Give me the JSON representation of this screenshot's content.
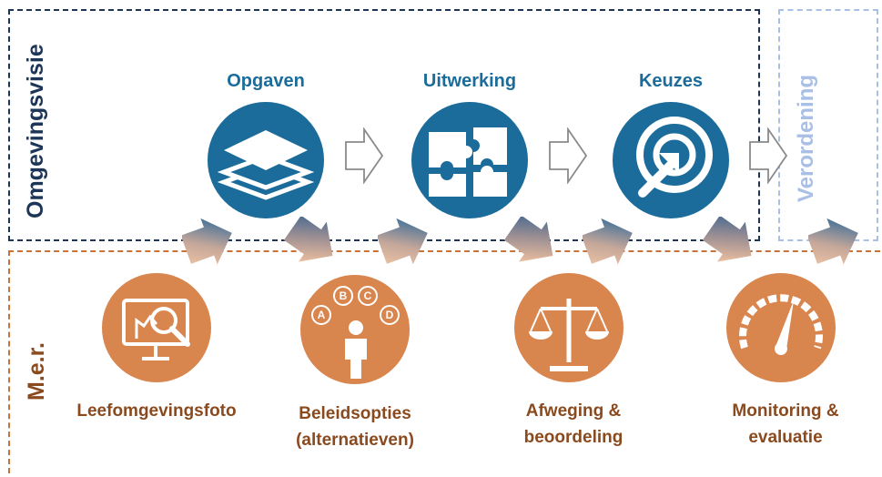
{
  "colors": {
    "blue": "#1b6c9a",
    "dark_blue": "#1d3557",
    "light_blue": "#a9bfe6",
    "orange": "#d9854e",
    "brown": "#8a4a1e"
  },
  "omgevingsvisie": {
    "label": "Omgevingsvisie",
    "steps": [
      {
        "title": "Opgaven",
        "icon": "layers-icon"
      },
      {
        "title": "Uitwerking",
        "icon": "puzzle-icon"
      },
      {
        "title": "Keuzes",
        "icon": "target-icon"
      }
    ]
  },
  "verordening": {
    "label": "Verordening"
  },
  "mer": {
    "label": "M.e.r.",
    "steps": [
      {
        "line1": "Leefomgevingsfoto",
        "line2": "",
        "icon": "monitor-magnifier-icon"
      },
      {
        "line1": "Beleidsopties",
        "line2": "(alternatieven)",
        "icon": "person-options-icon",
        "options": [
          "A",
          "B",
          "C",
          "D"
        ]
      },
      {
        "line1": "Afweging &",
        "line2": "beoordeling",
        "icon": "scale-icon"
      },
      {
        "line1": "Monitoring &",
        "line2": "evaluatie",
        "icon": "gauge-icon"
      }
    ]
  }
}
